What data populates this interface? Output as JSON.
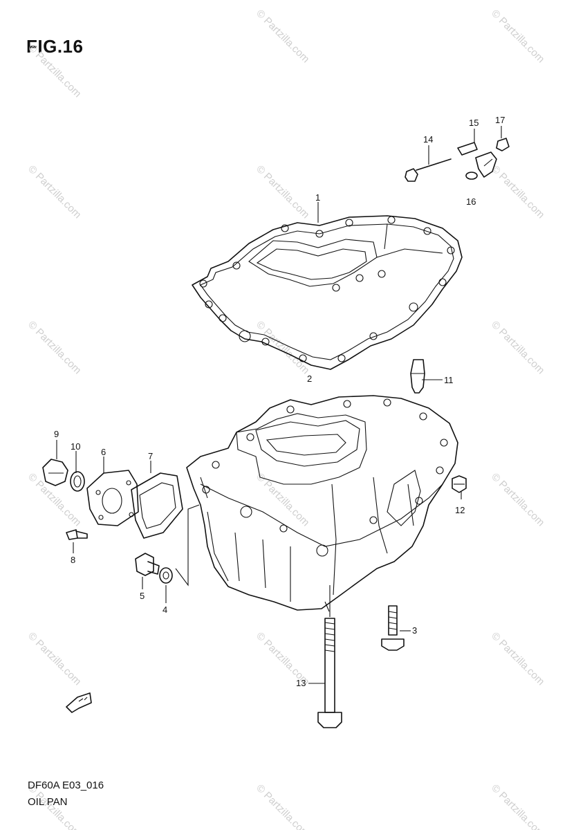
{
  "figure": {
    "title": "FIG.16",
    "code": "DF60A E03_016",
    "name": "OIL PAN"
  },
  "watermark": "© Partzilla.com",
  "callouts": [
    "1",
    "2",
    "3",
    "4",
    "5",
    "6",
    "7",
    "8",
    "9",
    "10",
    "11",
    "12",
    "13",
    "14",
    "15",
    "16",
    "17"
  ]
}
